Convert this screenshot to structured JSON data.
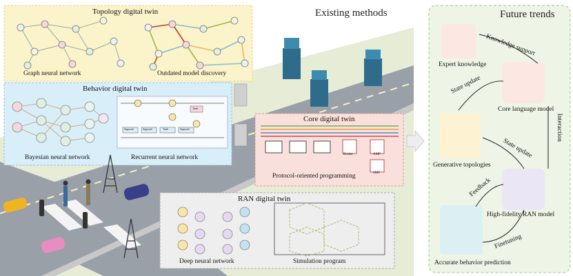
{
  "headers": {
    "existing": "Existing methods",
    "future": "Future trends"
  },
  "topology": {
    "title": "Topology digital twin",
    "left_label": "Graph neural network",
    "right_label": "Outdated model discovery"
  },
  "behavior": {
    "title": "Behavior digital twin",
    "left_label": "Bayesian neural network",
    "right_label": "Recurrent neural network",
    "cell_labels": [
      "Sigmoid",
      "Sigmoid",
      "Tanh",
      "Sigmoid",
      "Tanh"
    ]
  },
  "core": {
    "title": "Core digital twin",
    "label": "Protocol-oriented programming",
    "box_labels": [
      "Broker",
      "AMF",
      "SMF"
    ]
  },
  "ran": {
    "title": "RAN digital twin",
    "left_label": "Deep neural network",
    "right_label": "Simulation program"
  },
  "future": {
    "expert": "Expert knowledge",
    "knowledge_support": "Knowledge support",
    "state_update_1": "State update",
    "core_lm": "Core language model",
    "interaction": "Interaction",
    "generative": "Generative topologies",
    "state_update_2": "State update",
    "feedback": "Feedback",
    "ran_model": "High-fidelity RAN model",
    "finetuning": "Finetuning",
    "accurate": "Accurate behavior prediction"
  },
  "colors": {
    "topology_bg": "#fbf3c9",
    "behavior_bg": "#d8eef8",
    "core_bg": "#fae0dc",
    "ran_bg": "#eeeeee",
    "future_bg": "#eef5e7",
    "future_border": "#9dc48a",
    "road": "#8e939b",
    "grass": "#c9d9ae",
    "accent_red": "#c9484b"
  }
}
